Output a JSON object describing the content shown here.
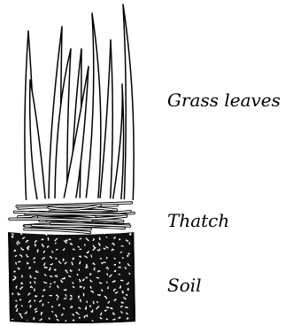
{
  "labels": {
    "grass_leaves": "Grass leaves",
    "thatch": "Thatch",
    "soil": "Soil"
  },
  "colors": {
    "ink": "#000000",
    "background": "#ffffff"
  }
}
